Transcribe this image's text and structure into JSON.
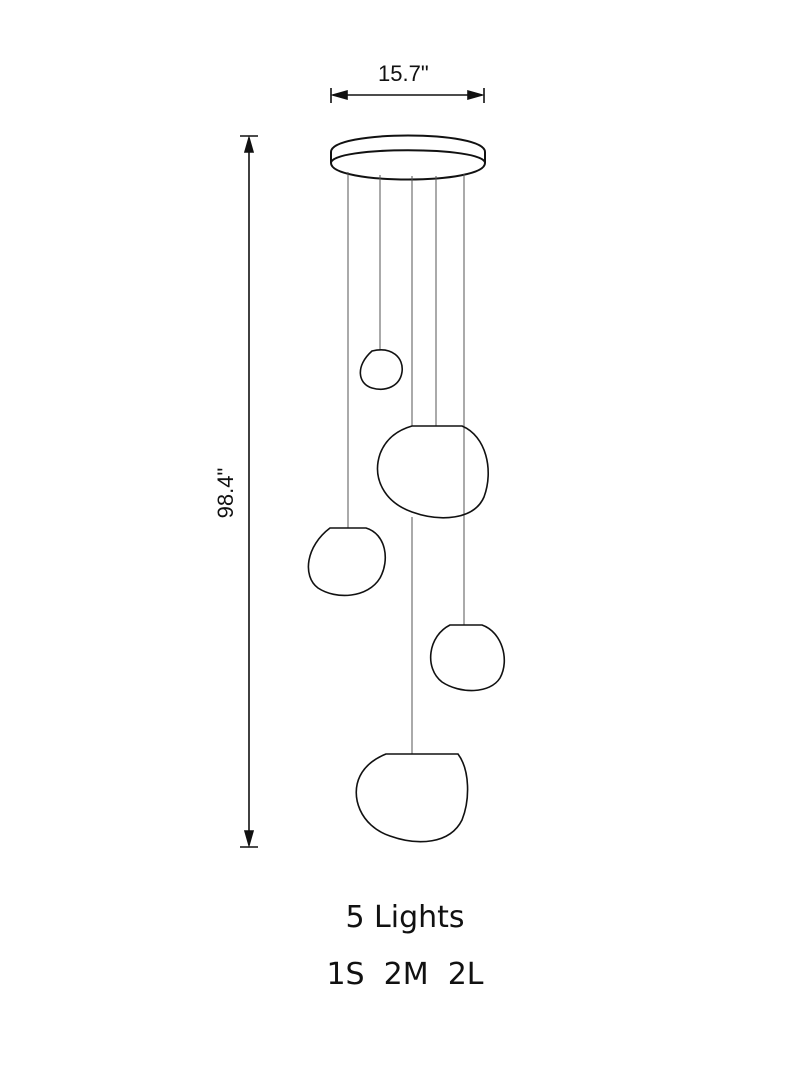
{
  "dimensions": {
    "width_label": "15.7\"",
    "height_label": "98.4\""
  },
  "caption": {
    "lights": "5 Lights",
    "sizes": "1S  2M  2L"
  },
  "colors": {
    "line": "#111111",
    "cord": "#555555",
    "background": "#ffffff"
  }
}
